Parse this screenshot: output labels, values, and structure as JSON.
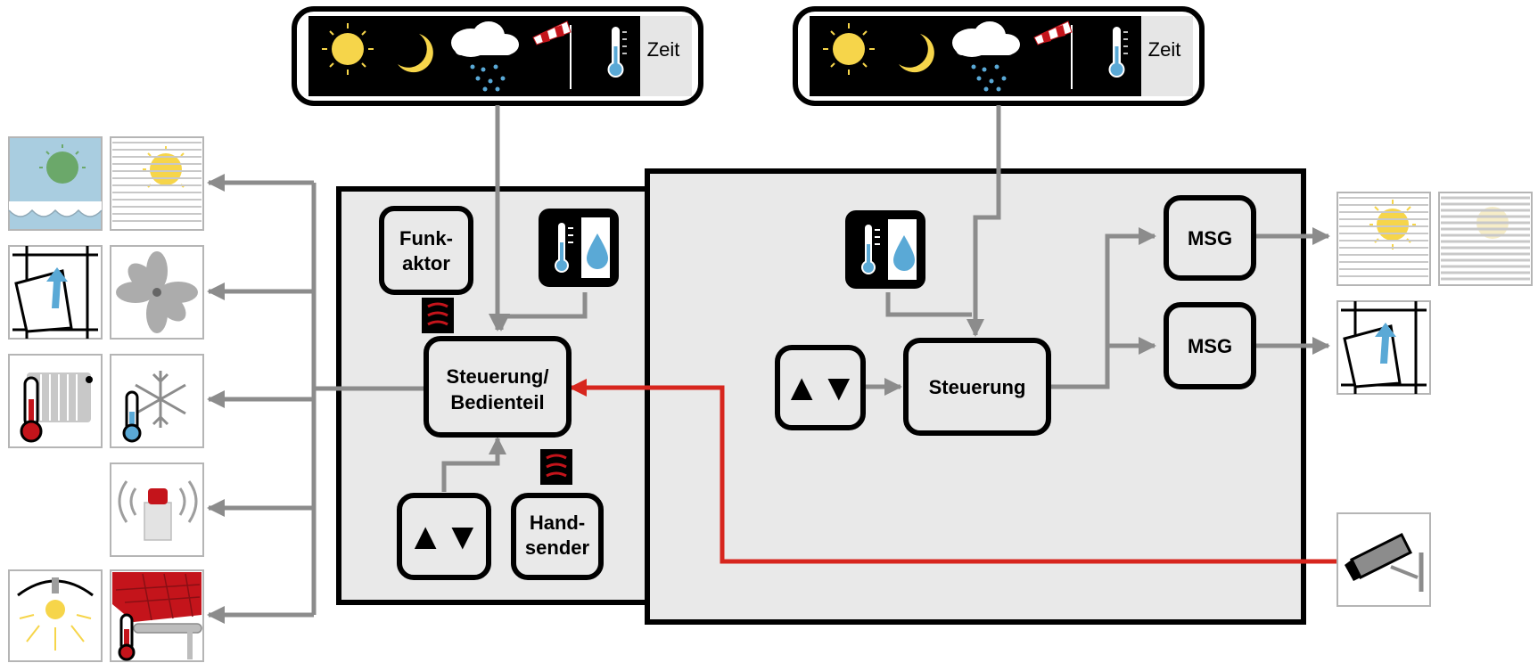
{
  "weather_bar_left": {
    "time_label": "Zeit"
  },
  "weather_bar_right": {
    "time_label": "Zeit"
  },
  "left_panel": {
    "radio_actuator": {
      "line1": "Funk-",
      "line2": "aktor"
    },
    "control_unit": {
      "line1": "Steuerung/",
      "line2": "Bedienteil"
    },
    "updown_button": {
      "symbol": "▲▼"
    },
    "hand_transmitter": {
      "line1": "Hand-",
      "line2": "sender"
    }
  },
  "right_panel": {
    "updown_button": {
      "symbol": "▲▼"
    },
    "control": {
      "label": "Steuerung"
    },
    "msg_top": {
      "label": "MSG"
    },
    "msg_bottom": {
      "label": "MSG"
    }
  },
  "colors": {
    "connector": "#8c8c8c",
    "alert_line": "#d7261e",
    "panel_fill": "#e9e9e9",
    "icon_sky": "#a9cde0",
    "sun": "#f6d54a",
    "thermo": "#c4141b",
    "water": "#5aa9d6"
  }
}
